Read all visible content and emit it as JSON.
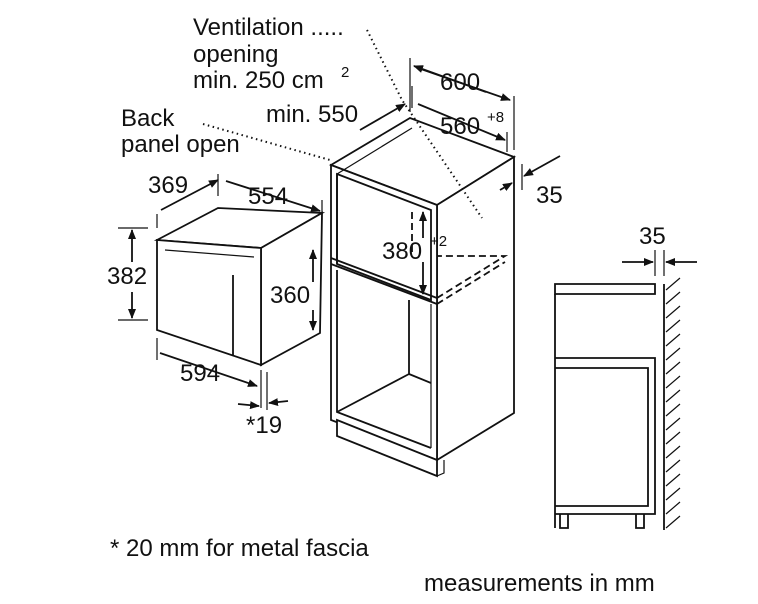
{
  "labels": {
    "ventilation": [
      "Ventilation .....",
      "opening",
      "min. 250 cm"
    ],
    "ventilation_sup": "2",
    "back_panel": [
      "Back",
      "panel open"
    ],
    "dim_600": "600",
    "dim_min550": "min. 550",
    "dim_560": "560",
    "dim_560_sup": "+8",
    "dim_35_right": "35",
    "dim_35_wall": "35",
    "dim_369": "369",
    "dim_554": "554",
    "dim_382": "382",
    "dim_360": "360",
    "dim_380": "380",
    "dim_380_sup": "+2",
    "dim_594": "594",
    "dim_19": "*19",
    "footnote": "* 20 mm for metal fascia",
    "measurements": "measurements in mm"
  },
  "colors": {
    "line": "#111111",
    "background": "#ffffff"
  }
}
